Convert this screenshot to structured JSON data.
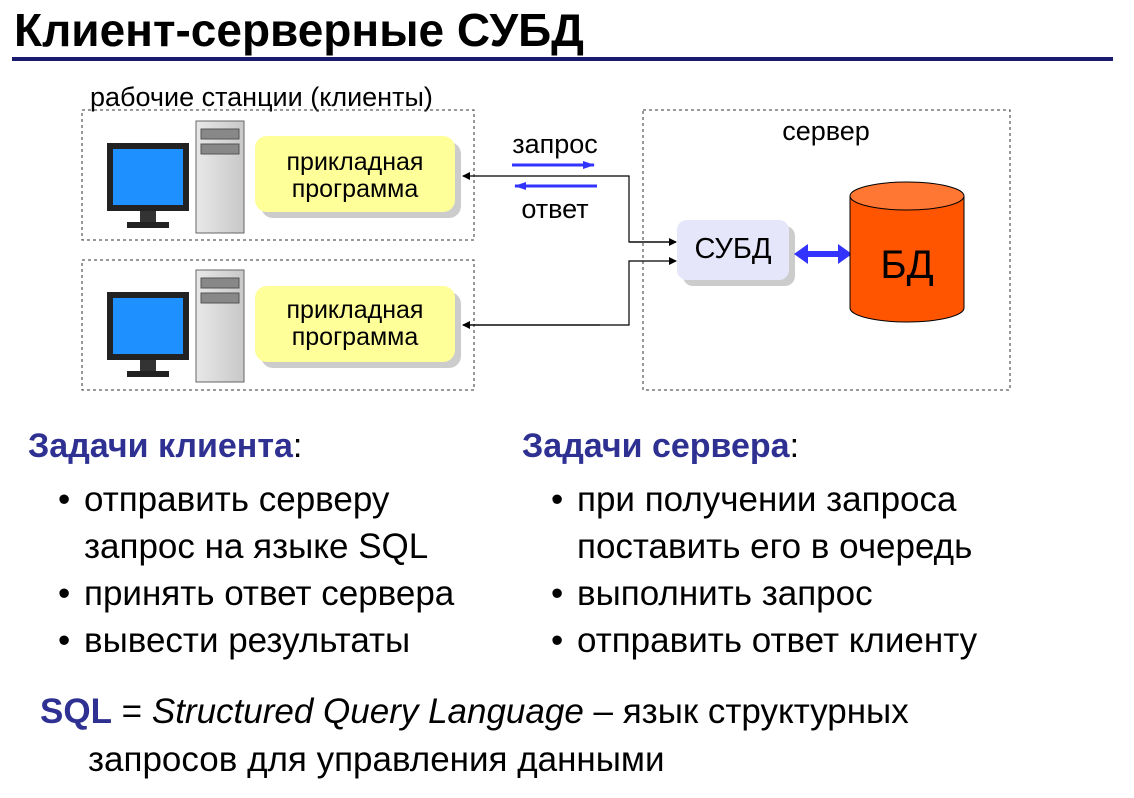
{
  "title": "Клиент-серверные СУБД",
  "diagram": {
    "clients_label": "рабочие станции (клиенты)",
    "server_label": "сервер",
    "clients": [
      {
        "app_line1": "прикладная",
        "app_line2": "программа"
      },
      {
        "app_line1": "прикладная",
        "app_line2": "программа"
      }
    ],
    "request_label": "запрос",
    "response_label": "ответ",
    "dbms_label": "СУБД",
    "db_label": "БД",
    "colors": {
      "app_box": "#ffff99",
      "dbms_box": "#e6e6fa",
      "db_cylinder": "#ff5500",
      "arrow_blue": "#3333ff",
      "monitor_screen": "#1e90ff"
    }
  },
  "client_tasks": {
    "heading": "Задачи клиента",
    "colon": ":",
    "items": [
      {
        "line1": "отправить серверу",
        "line2": "запрос на языке SQL"
      },
      {
        "line1": "принять ответ сервера"
      },
      {
        "line1": "вывести результаты"
      }
    ]
  },
  "server_tasks": {
    "heading": "Задачи сервера",
    "colon": ":",
    "items": [
      {
        "line1": "при получении запроса",
        "line2": "поставить его в очередь"
      },
      {
        "line1": "выполнить запрос"
      },
      {
        "line1": "отправить ответ клиенту"
      }
    ]
  },
  "sql_definition": {
    "abbr": "SQL",
    "equals": " = ",
    "expansion": "Structured Query Language",
    "rest_line1": " – язык структурных",
    "line2": "запросов для управления данными"
  }
}
